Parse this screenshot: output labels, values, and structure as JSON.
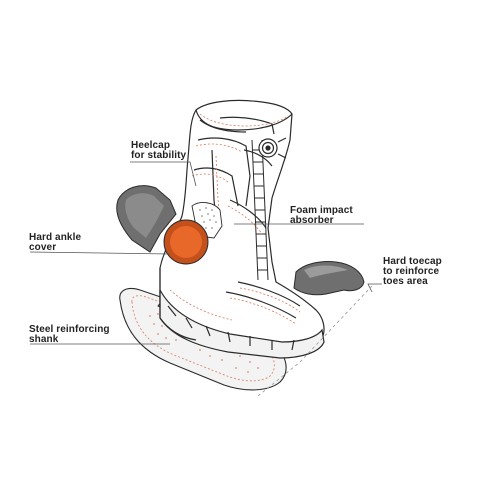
{
  "colors": {
    "accent": "#e8682a",
    "accent_dark": "#c4501b",
    "outline": "#2b2b2b",
    "stitch": "#d9775a",
    "armor": "#6f6f6f",
    "armor_light": "#a9a9a9",
    "sole_fill": "#f2f2f2",
    "leader": "#555555"
  },
  "callouts": {
    "heelcap": {
      "lines": [
        "Heelcap",
        "for stability"
      ]
    },
    "foam": {
      "lines": [
        "Foam impact",
        "absorber"
      ]
    },
    "ankle": {
      "lines": [
        "Hard ankle",
        "cover"
      ]
    },
    "toecap": {
      "lines": [
        "Hard toecap",
        "to reinforce",
        "toes area"
      ]
    },
    "shank": {
      "lines": [
        "Steel reinforcing",
        "shank"
      ]
    }
  }
}
